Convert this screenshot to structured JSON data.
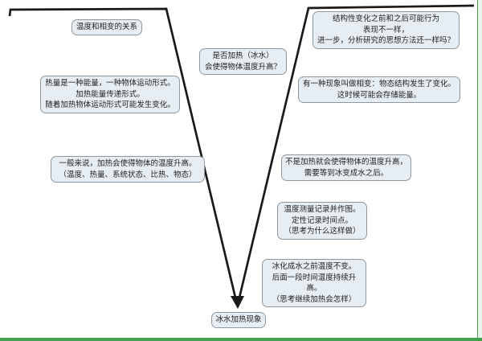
{
  "diagram": {
    "type": "vee-concept-diagram",
    "nodes": {
      "concept_title": {
        "lines": [
          "温度和相变的关系"
        ]
      },
      "left_concept": {
        "lines": [
          "热量是一种能量，一种物体运动形式。",
          "加热能量传递形式。",
          "随着加热物体运动形式可能发生变化。"
        ]
      },
      "left_principle": {
        "lines": [
          "一般来说，加热会使得物体的温度升高。",
          "（温度、热量、系统状态、比热、物态）"
        ]
      },
      "focus_question": {
        "lines": [
          "是否加热（冰水）",
          "会使得物体温度升高？"
        ]
      },
      "right_reflection": {
        "lines": [
          "结构性变化之前和之后可能行为",
          "表现不一样，",
          "进一步，分析研究的思想方法还一样吗？"
        ]
      },
      "right_knowledge_claim": {
        "lines": [
          "有一种现象叫做相变：物态结构发生了变化。",
          "这时候可能会存储能量。"
        ]
      },
      "right_conclusion": {
        "lines": [
          "不是加热就会使得物体的温度升高，",
          "需要等到冰变成水之后。"
        ]
      },
      "right_method": {
        "lines": [
          "温度测量记录并作图。",
          "定性记录时间点。",
          "（思考为什么这样做）"
        ]
      },
      "right_record": {
        "lines": [
          "冰化成水之前温度不变。",
          "后面一段时间温度持续升高。",
          "（思考继续加热会怎样）"
        ]
      },
      "event": {
        "lines": [
          "冰水加热现象"
        ]
      }
    },
    "colors": {
      "vee_line": "#1a1a1a",
      "node_fill": "#e7eef3",
      "node_border": "#8f979e",
      "page_edge_green": "#42a14c",
      "page_edge_green_light": "#eaf5ea",
      "page_edge_green_line": "#55a35b"
    }
  }
}
